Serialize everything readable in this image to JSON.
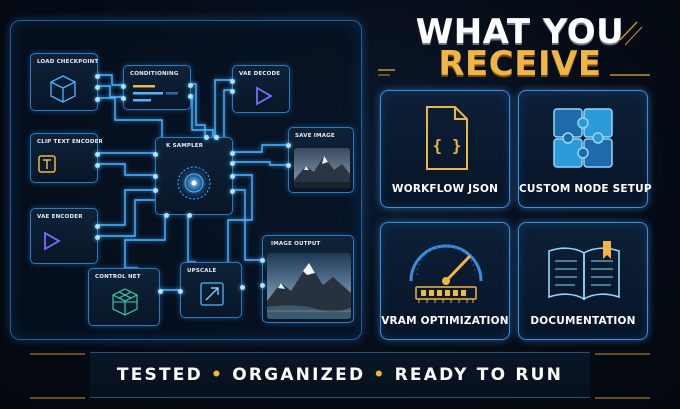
{
  "heading": {
    "line1": "WHAT YOU",
    "line2": "RECEIVE"
  },
  "workflow_nodes": {
    "load_checkpoint": "LOAD CHECKPOINT",
    "conditioning": "CONDITIONING",
    "vae_decode": "VAE DECODE",
    "clip_text_encoder": "CLIP TEXT ENCODER",
    "k_sampler": "K SAMPLER",
    "save_image": "SAVE IMAGE",
    "vae_encoder": "VAE ENCODER",
    "image_output": "IMAGE OUTPUT",
    "control_net": "CONTROL NET",
    "upscale": "UPSCALE"
  },
  "cards": [
    {
      "label": "WORKFLOW JSON",
      "icon": "json-file-icon"
    },
    {
      "label": "CUSTOM NODE SETUP",
      "icon": "puzzle-icon"
    },
    {
      "label": "VRAM OPTIMIZATION",
      "icon": "gauge-memory-icon"
    },
    {
      "label": "DOCUMENTATION",
      "icon": "open-book-icon"
    }
  ],
  "banner": {
    "part1": "TESTED",
    "sep": "•",
    "part2": "ORGANIZED",
    "part3": "READY TO RUN"
  },
  "colors": {
    "accent_blue": "#3a8fdc",
    "accent_gold": "#f0b544",
    "background": "#060c17"
  }
}
